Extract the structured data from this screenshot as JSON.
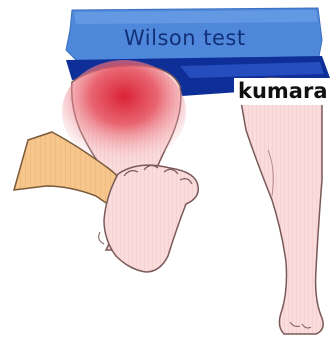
{
  "figure": {
    "title": "Wilson test",
    "author_label": "kumara"
  },
  "colors": {
    "table_light": "#4e86d8",
    "table_dark": "#0d2e96",
    "title_text": "#12307a",
    "skin": "#f9dadb",
    "skin_outline": "#7a5a58",
    "pain_zone": "#e33a4a",
    "examiner_hand": "#f6c489",
    "label_text": "#111111"
  },
  "icons": [
    "knee-pain-highlight",
    "examiner-hand",
    "left-leg",
    "right-leg",
    "exam-table"
  ]
}
